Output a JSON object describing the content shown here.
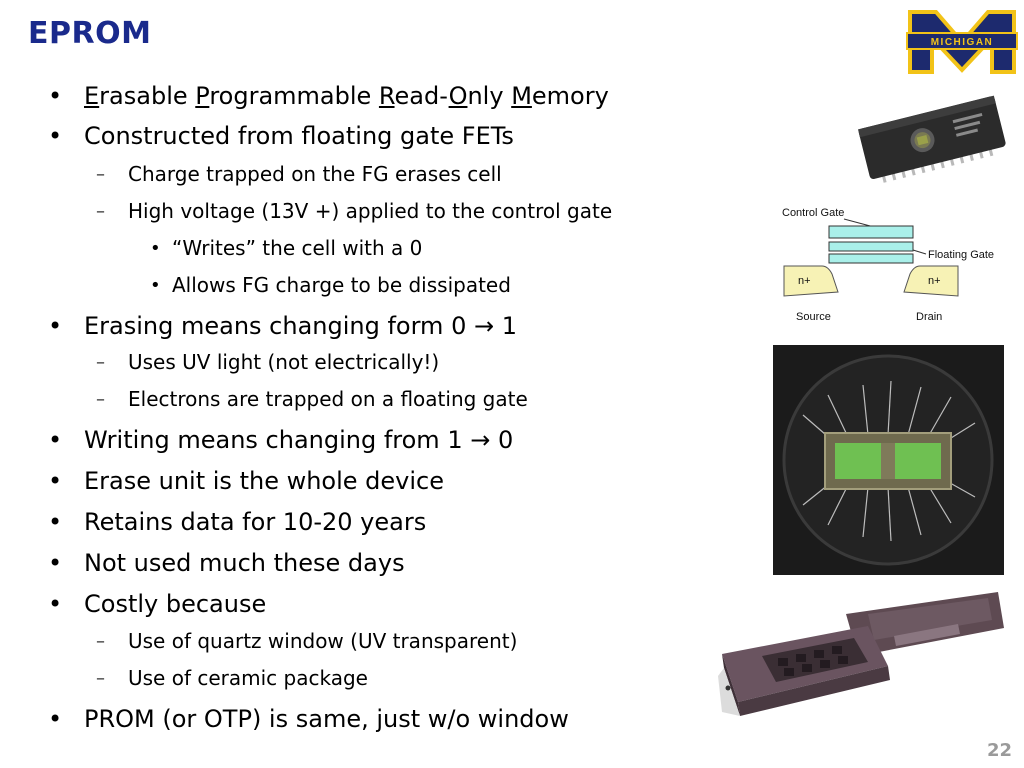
{
  "slide": {
    "title": "EPROM",
    "page_number": "22",
    "logo_text": "MICHIGAN"
  },
  "bullets": {
    "b1": {
      "parts": [
        "E",
        "rasable ",
        "P",
        "rogrammable ",
        "R",
        "ead-",
        "O",
        "nly ",
        "M",
        "emory"
      ]
    },
    "b2": "Constructed from floating gate FETs",
    "b2_1": "Charge trapped on the FG erases cell",
    "b2_2": "High voltage (13V +) applied to the control gate",
    "b2_2_1": "“Writes” the cell with a 0",
    "b2_2_2": "Allows FG charge to be dissipated",
    "b3": "Erasing means changing form 0 → 1",
    "b3_1": "Uses UV light (not electrically!)",
    "b3_2": "Electrons are trapped on a floating gate",
    "b4": "Writing means changing from 1 → 0",
    "b5": "Erase unit is the whole device",
    "b6": "Retains data for 10-20 years",
    "b7": "Not used much these days",
    "b8": "Costly because",
    "b8_1": "Use of quartz window (UV transparent)",
    "b8_2": "Use of ceramic package",
    "b9": "PROM (or OTP) is same, just w/o window"
  },
  "markers": {
    "bullet": "•",
    "dash": "–",
    "sub_bullet": "•"
  },
  "diagram": {
    "control_gate": "Control Gate",
    "floating_gate": "Floating Gate",
    "source": "Source",
    "drain": "Drain",
    "n_plus_left": "n+",
    "n_plus_right": "n+"
  },
  "colors": {
    "title": "#1a2a8c",
    "maize": "#f2c318",
    "blue": "#1d2a6e",
    "gate_fill": "#aaf0ea",
    "n_plus_fill": "#f7f2b5"
  }
}
